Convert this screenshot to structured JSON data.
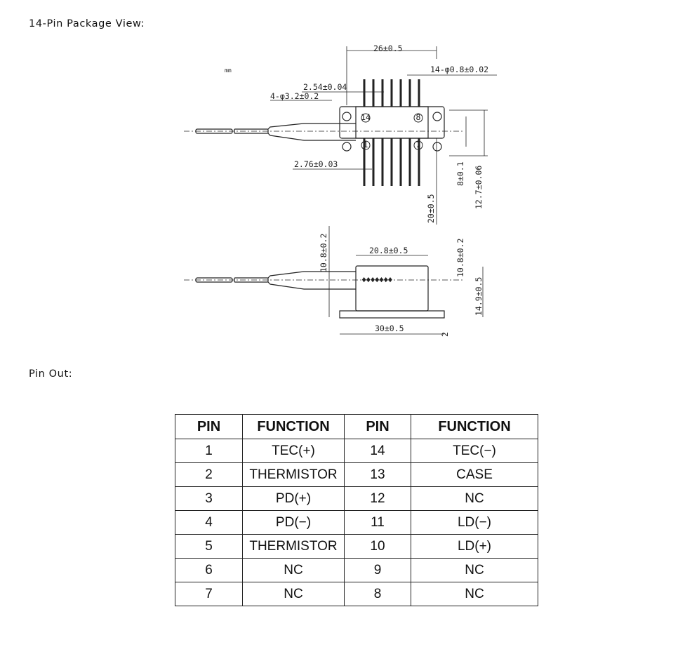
{
  "headings": {
    "package": "14-Pin Package View:",
    "pinout": "Pin Out:"
  },
  "diagram": {
    "unit": "mm",
    "dims": {
      "width_top": "26±0.5",
      "pin_dia": "14-φ0.8±0.02",
      "pitch": "2.54±0.04",
      "holes": "4-φ3.2±0.2",
      "offset": "2.76±0.03",
      "pin_len": "20±0.5",
      "hole_spacing": "8±0.1",
      "body_width": "12.7±0.06",
      "height_left": "10.8±0.2",
      "body_len": "20.8±0.5",
      "height_right": "10.8±0.2",
      "total_height": "14.9±0.5",
      "base_len": "30±0.5",
      "base_thk": "2"
    },
    "pin_labels": [
      "14",
      "8",
      "1",
      "7"
    ]
  },
  "table": {
    "headers": [
      "PIN",
      "FUNCTION",
      "PIN",
      "FUNCTION"
    ],
    "rows": [
      [
        "1",
        "TEC(+)",
        "14",
        "TEC(−)"
      ],
      [
        "2",
        "THERMISTOR",
        "13",
        "CASE"
      ],
      [
        "3",
        "PD(+)",
        "12",
        "NC"
      ],
      [
        "4",
        "PD(−)",
        "11",
        "LD(−)"
      ],
      [
        "5",
        "THERMISTOR",
        "10",
        "LD(+)"
      ],
      [
        "6",
        "NC",
        "9",
        "NC"
      ],
      [
        "7",
        "NC",
        "8",
        "NC"
      ]
    ]
  }
}
